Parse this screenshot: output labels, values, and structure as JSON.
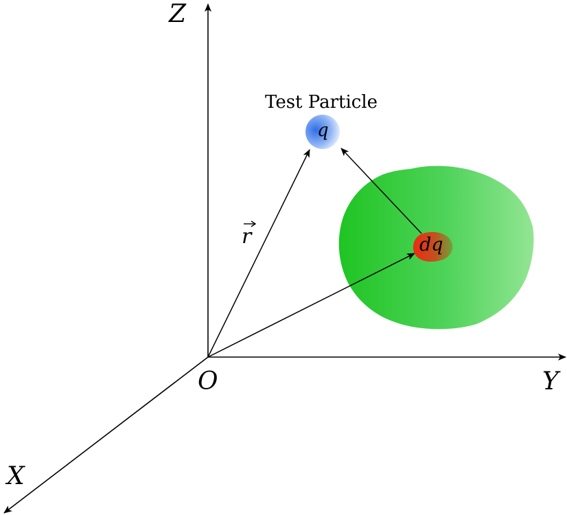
{
  "axes": {
    "z_label": "Z",
    "y_label": "Y",
    "x_label": "X",
    "origin_label": "O"
  },
  "test_particle": {
    "caption": "Test Particle",
    "charge_label": "q",
    "color": "#3a78e8"
  },
  "charge_distribution": {
    "color": "#2cc733",
    "element_label": "dq",
    "element_color": "#e8321e"
  },
  "vectors": {
    "position_label": "r"
  }
}
